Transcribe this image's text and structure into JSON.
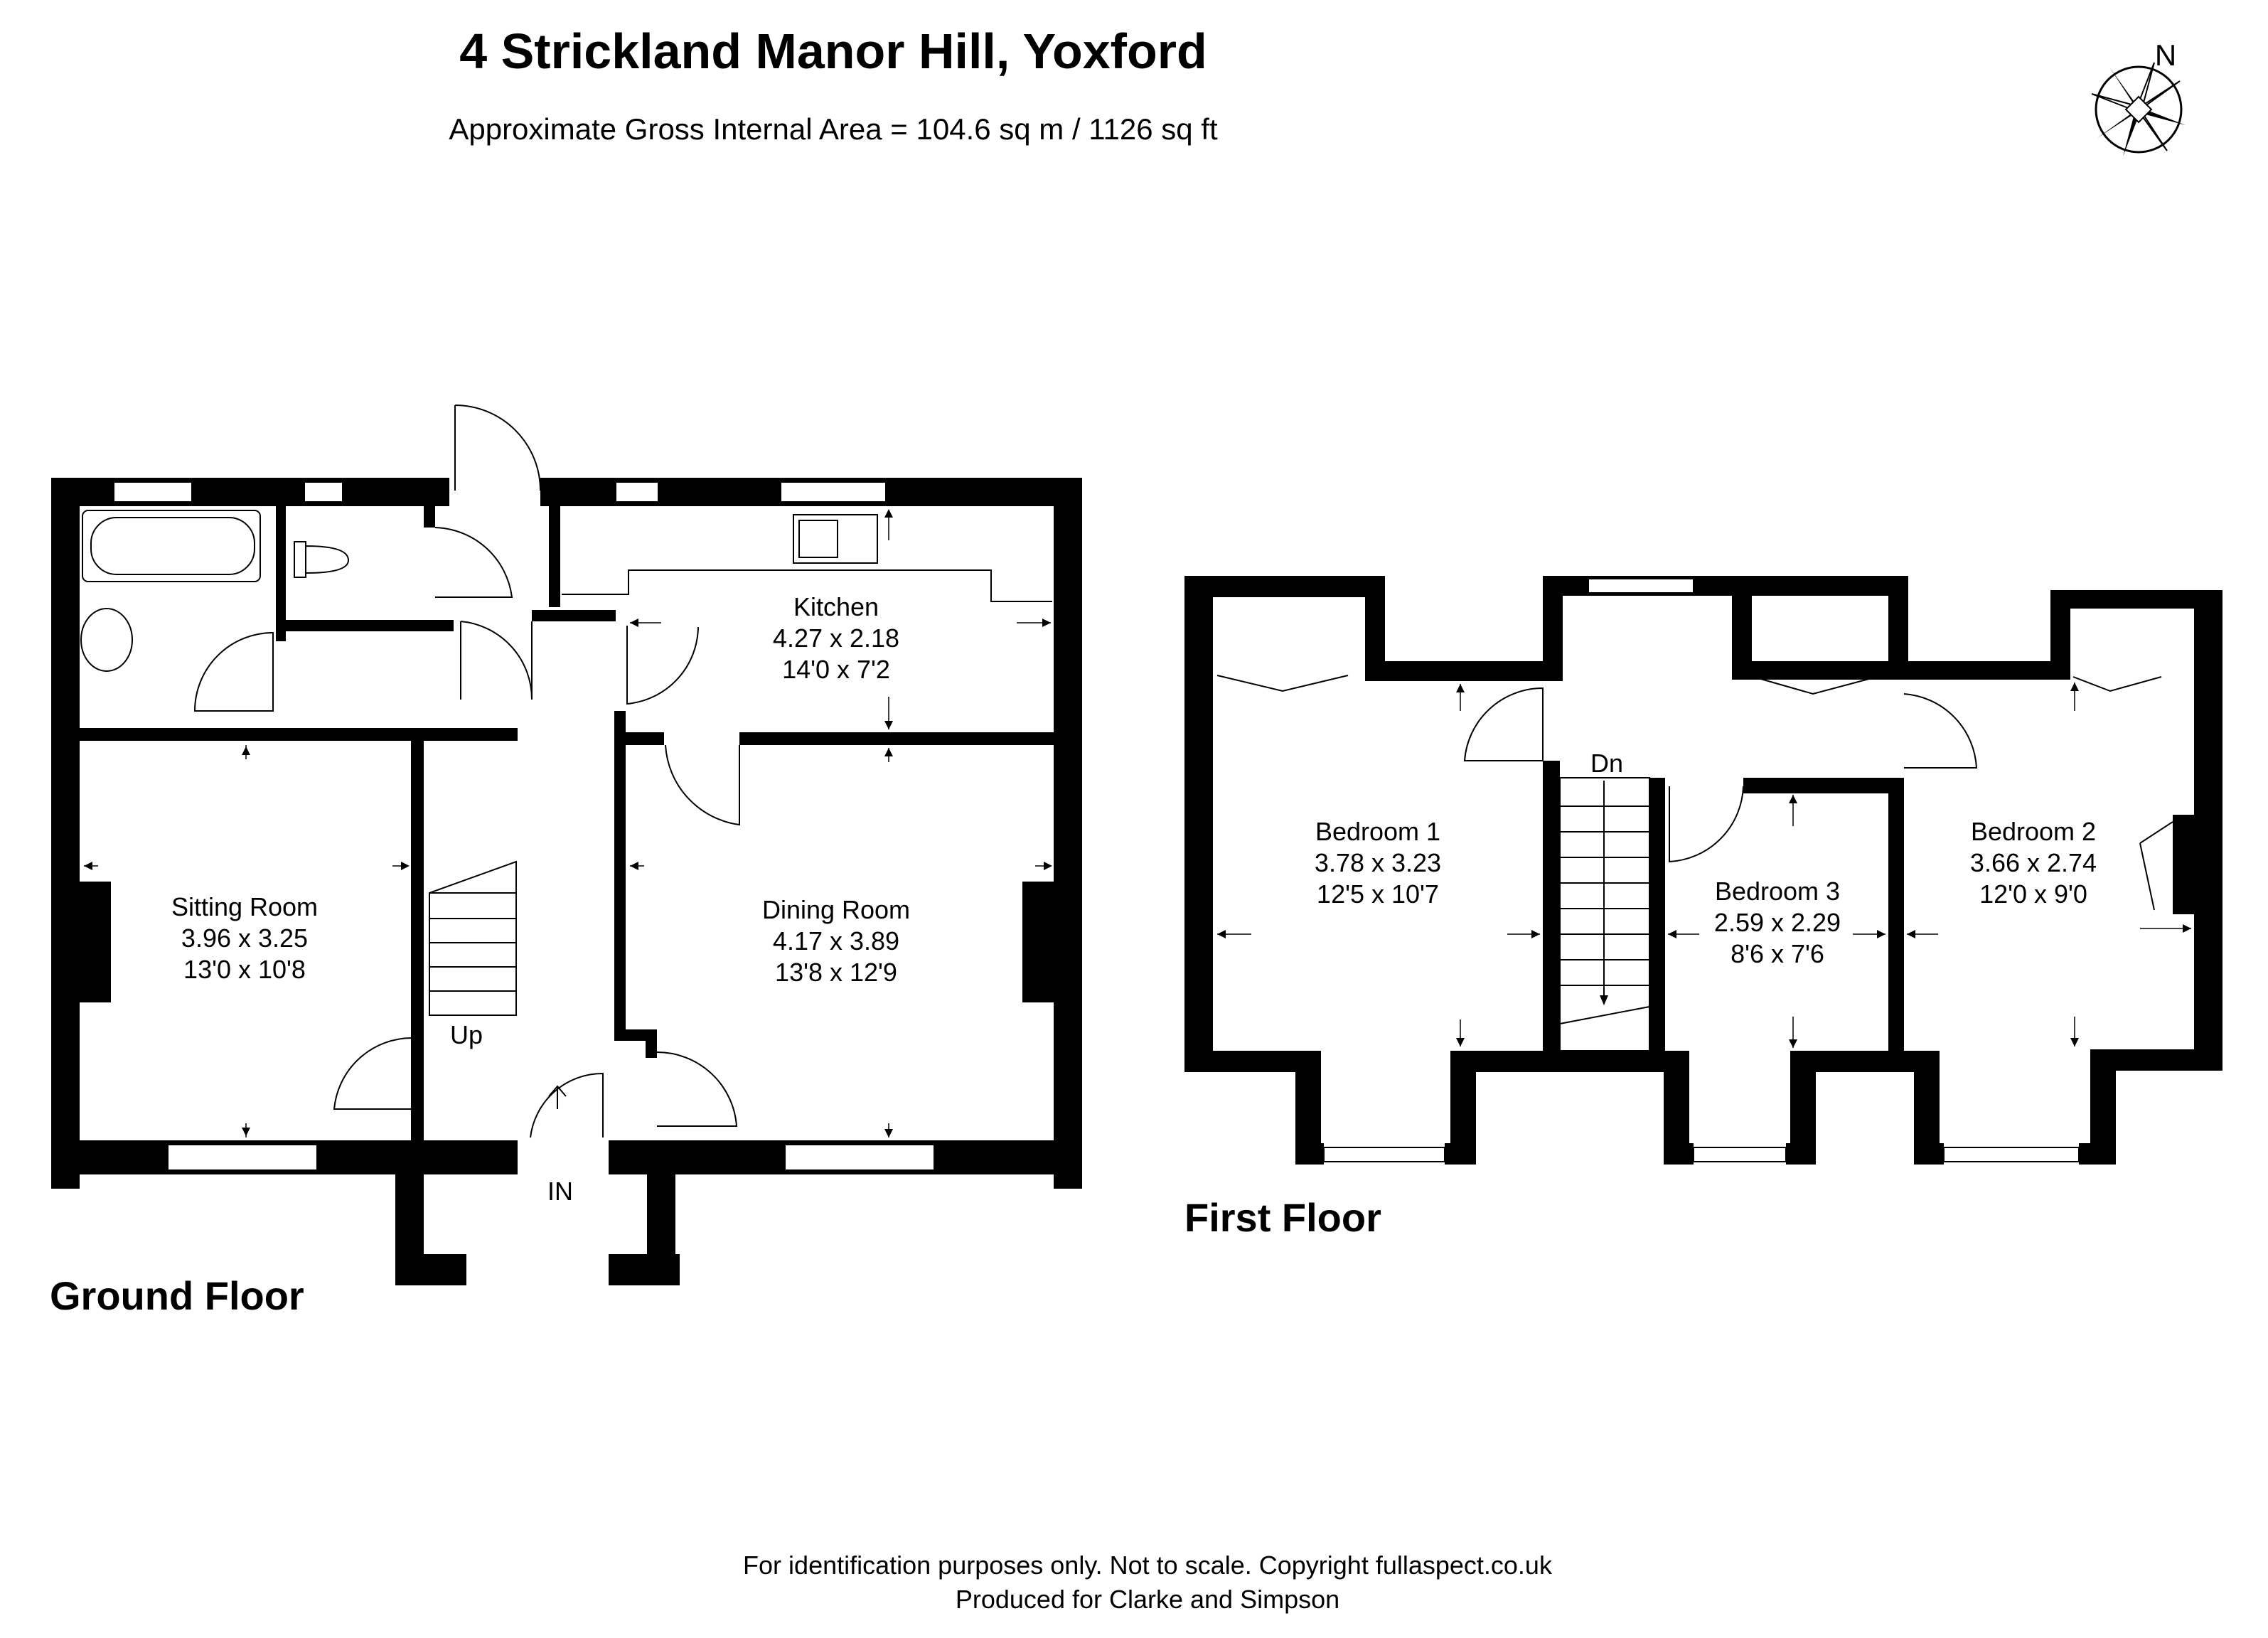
{
  "title": "4 Strickland Manor Hill, Yoxford",
  "subtitle": "Approximate Gross Internal Area = 104.6 sq m / 1126 sq ft",
  "compass": {
    "north_label": "N"
  },
  "ground_floor": {
    "label": "Ground Floor",
    "entrance_label": "IN",
    "stairs_label": "Up",
    "rooms": {
      "kitchen": {
        "name": "Kitchen",
        "metric": "4.27 x 2.18",
        "imperial": "14'0 x 7'2"
      },
      "sitting": {
        "name": "Sitting Room",
        "metric": "3.96 x 3.25",
        "imperial": "13'0 x 10'8"
      },
      "dining": {
        "name": "Dining Room",
        "metric": "4.17 x 3.89",
        "imperial": "13'8 x 12'9"
      }
    }
  },
  "first_floor": {
    "label": "First Floor",
    "stairs_label": "Dn",
    "rooms": {
      "bed1": {
        "name": "Bedroom 1",
        "metric": "3.78 x 3.23",
        "imperial": "12'5 x 10'7"
      },
      "bed2": {
        "name": "Bedroom 2",
        "metric": "3.66 x 2.74",
        "imperial": "12'0 x 9'0"
      },
      "bed3": {
        "name": "Bedroom 3",
        "metric": "2.59 x 2.29",
        "imperial": "8'6 x 7'6"
      }
    }
  },
  "footer": {
    "line1": "For identification purposes only. Not to scale. Copyright fullaspect.co.uk",
    "line2": "Produced for Clarke and Simpson"
  }
}
